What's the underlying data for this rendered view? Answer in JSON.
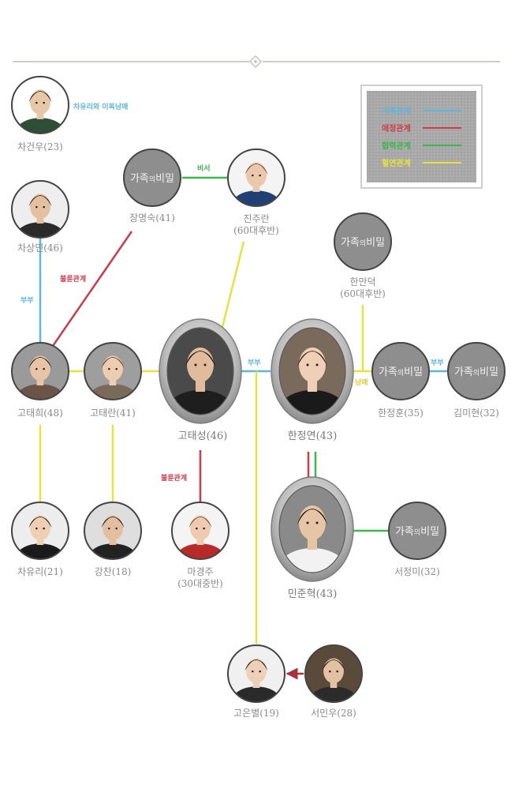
{
  "colors": {
    "spouse": "#5bb7e0",
    "affair": "#d23a4b",
    "cooperate": "#3cb84a",
    "blood": "#e9e23a",
    "sibling": "#e9c83a",
    "arrow": "#a8323c"
  },
  "legend": {
    "items": [
      {
        "label": "가족관계",
        "color": "#5bb7e0"
      },
      {
        "label": "애정관계",
        "color": "#d23a4b"
      },
      {
        "label": "협력관계",
        "color": "#3cb84a"
      },
      {
        "label": "혈연관계",
        "color": "#e9e23a"
      }
    ]
  },
  "placeholder_text": {
    "a": "가족",
    "b": "의",
    "c": "비밀"
  },
  "people": {
    "cha_geonwoo": "차건우(23)",
    "cha_sangmin": "차상민(46)",
    "jang_myeongsuk": "장명숙(41)",
    "jin_jumi": "진주란",
    "jin_jumi_age": "(60대후반)",
    "han_mandeok": "한만덕",
    "han_mandeok_age": "(60대후반)",
    "go_taehee": "고태희(48)",
    "go_taeran": "고태란(41)",
    "go_taeseong": "고태성(46)",
    "han_jeongyeon": "한정연(43)",
    "han_jeonghun": "한정훈(35)",
    "kim_mihyeon": "김미현(32)",
    "cha_yuri": "차유리(21)",
    "kang_chan": "강찬(18)",
    "ma_gyeongju": "마경주",
    "ma_gyeongju_age": "(30대중반)",
    "min_junhyeok": "민준혁(43)",
    "seo_jeongmi": "서정미(32)",
    "go_eunbyeol": "고은별(19)",
    "seo_minu": "서민우(28)"
  },
  "relations": {
    "halfsib": "차유리와 이복남매",
    "spouse1": "부부",
    "affair1": "불륜관계",
    "secretary": "비서",
    "spouse2": "부부",
    "sibling": "남매",
    "spouse3": "부부",
    "affair2": "불륜관계"
  }
}
